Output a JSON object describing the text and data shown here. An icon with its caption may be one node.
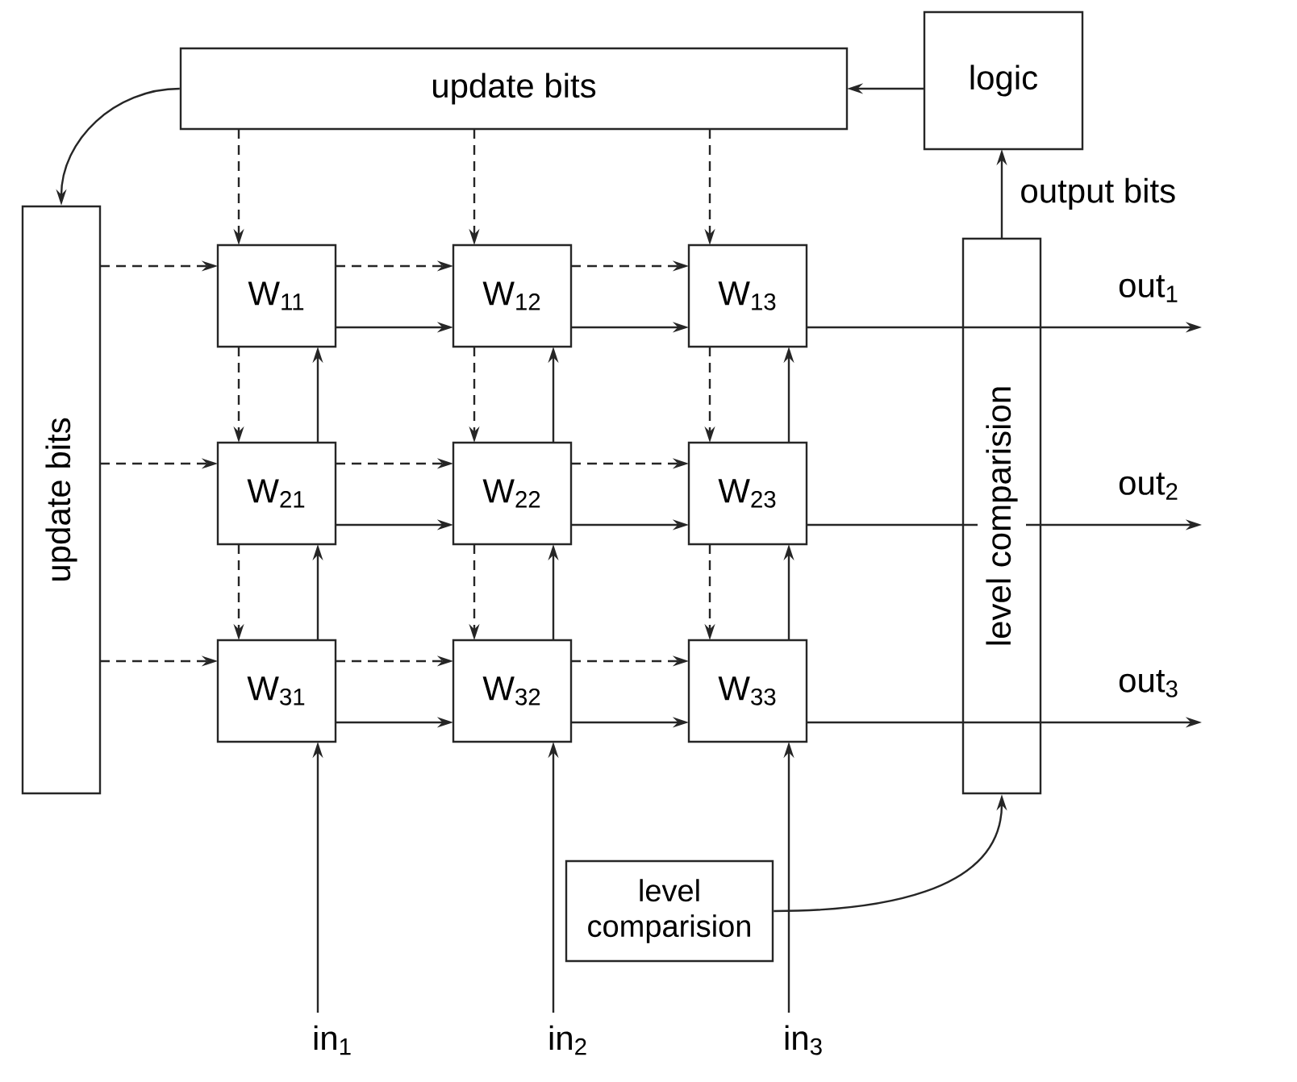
{
  "diagram": {
    "nodes": [
      {
        "text": [
          "update bits"
        ]
      },
      {
        "text": [
          "logic"
        ]
      },
      {
        "text": [
          "update bits"
        ]
      },
      {
        "text": [
          "W$_{11}$"
        ]
      },
      {
        "text": [
          "W$_{12}$"
        ]
      },
      {
        "text": [
          "W$_{13}$"
        ]
      },
      {
        "text": [
          "W$_{21}$"
        ]
      },
      {
        "text": [
          "W$_{22}$"
        ]
      },
      {
        "text": [
          "W$_{23}$"
        ]
      },
      {
        "text": [
          "W$_{31}$"
        ]
      },
      {
        "text": [
          "W$_{32}$"
        ]
      },
      {
        "text": [
          "W$_{33}$"
        ]
      },
      {
        "text": [
          "level comparision"
        ]
      },
      {
        "text": [
          "level comparision"
        ]
      },
      {
        "text": [
          "in$_{1}$"
        ]
      },
      {
        "text": [
          "in$_{2}$"
        ]
      },
      {
        "text": [
          "in$_{3}$"
        ]
      }
    ],
    "edges": [
      {
        "from": 1,
        "to": 0,
        "arrow": "to"
      },
      {
        "from": 0,
        "to": 2,
        "arrow": "to"
      },
      {
        "from": 0,
        "to": 3,
        "arrow": "to",
        "style": "dashed"
      },
      {
        "from": 0,
        "to": 4,
        "arrow": "to",
        "style": "dashed"
      },
      {
        "from": 0,
        "to": 5,
        "arrow": "to",
        "style": "dashed"
      },
      {
        "from": 3,
        "to": 6,
        "arrow": "to",
        "style": "dashed"
      },
      {
        "from": 4,
        "to": 7,
        "arrow": "to",
        "style": "dashed"
      },
      {
        "from": 5,
        "to": 8,
        "arrow": "to",
        "style": "dashed"
      },
      {
        "from": 6,
        "to": 9,
        "arrow": "to",
        "style": "dashed"
      },
      {
        "from": 7,
        "to": 10,
        "arrow": "to",
        "style": "dashed"
      },
      {
        "from": 8,
        "to": 11,
        "arrow": "to",
        "style": "dashed"
      },
      {
        "from": 9,
        "to": 6,
        "arrow": "to"
      },
      {
        "from": 10,
        "to": 7,
        "arrow": "to"
      },
      {
        "from": 11,
        "to": 8,
        "arrow": "to"
      },
      {
        "from": 6,
        "to": 3,
        "arrow": "to"
      },
      {
        "from": 7,
        "to": 4,
        "arrow": "to"
      },
      {
        "from": 8,
        "to": 5,
        "arrow": "to"
      },
      {
        "from": 2,
        "to": 3,
        "arrow": "to",
        "style": "dashed"
      },
      {
        "from": 2,
        "to": 6,
        "arrow": "to",
        "style": "dashed"
      },
      {
        "from": 2,
        "to": 9,
        "arrow": "to",
        "style": "dashed"
      },
      {
        "from": 3,
        "to": 4,
        "arrow": "to",
        "style": "dashed"
      },
      {
        "from": 4,
        "to": 5,
        "arrow": "to",
        "style": "dashed"
      },
      {
        "from": 6,
        "to": 7,
        "arrow": "to",
        "style": "dashed"
      },
      {
        "from": 7,
        "to": 8,
        "arrow": "to",
        "style": "dashed"
      },
      {
        "from": 9,
        "to": 10,
        "arrow": "to",
        "style": "dashed"
      },
      {
        "from": 10,
        "to": 11,
        "arrow": "to",
        "style": "dashed"
      },
      {
        "from": 3,
        "to": 4,
        "arrow": "to"
      },
      {
        "from": 4,
        "to": 5,
        "arrow": "to"
      },
      {
        "from": 6,
        "to": 7,
        "arrow": "to"
      },
      {
        "from": 7,
        "to": 8,
        "arrow": "to"
      },
      {
        "from": 9,
        "to": 10,
        "arrow": "to"
      },
      {
        "from": 10,
        "to": 11,
        "arrow": "to"
      },
      {
        "from": 5,
        "to": null,
        "arrow": "to",
        "label": "out$_{1}$"
      },
      {
        "from": 8,
        "to": null,
        "arrow": "to",
        "label": "out$_{2}$"
      },
      {
        "from": 11,
        "to": null,
        "arrow": "to",
        "label": "out$_{3}$"
      },
      {
        "from": 14,
        "to": 9,
        "arrow": "to"
      },
      {
        "from": 15,
        "to": 10,
        "arrow": "to"
      },
      {
        "from": 16,
        "to": 11,
        "arrow": "to"
      },
      {
        "from": 13,
        "to": 12,
        "arrow": "to"
      },
      {
        "from": 12,
        "to": 1,
        "arrow": "to",
        "label": "output bits"
      }
    ]
  }
}
